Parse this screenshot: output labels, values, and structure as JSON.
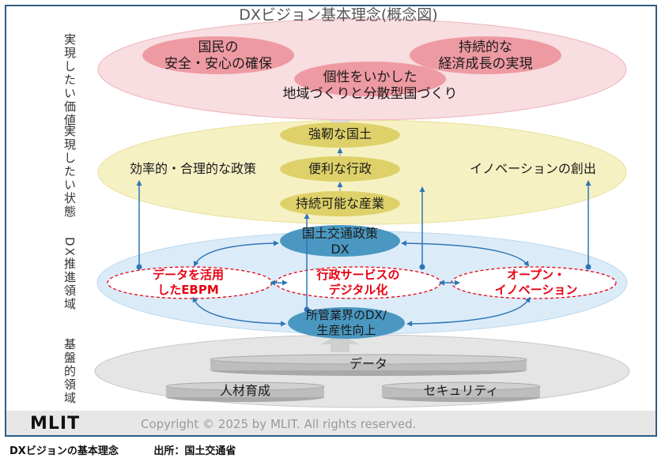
{
  "title": "DXビジョン基本理念(概念図)",
  "side_labels": {
    "values": "実現したい価値",
    "state": "実現したい状態",
    "dx_area": "DX推進領域",
    "base_area": "基盤的領域"
  },
  "values_layer": {
    "item1_l1": "国民の",
    "item1_l2": "安全・安心の確保",
    "item2_l1": "持続的な",
    "item2_l2": "経済成長の実現",
    "item3_l1": "個性をいかした",
    "item3_l2": "地域づくりと分散型国づくり"
  },
  "state_layer": {
    "resilient": "強靭な国土",
    "efficient": "効率的・合理的な政策",
    "convenient": "便利な行政",
    "innovation": "イノベーションの創出",
    "sustainable": "持続可能な産業"
  },
  "dx_layer": {
    "policy_l1": "国土交通政策",
    "policy_l2": "DX",
    "ebpm_l1": "データを活用",
    "ebpm_l2": "したEBPM",
    "admin_l1": "行政サービスの",
    "admin_l2": "デジタル化",
    "open_l1": "オープン・",
    "open_l2": "イノベーション",
    "industry_l1": "所管業界のDX/",
    "industry_l2": "生産性向上"
  },
  "base_layer": {
    "data": "データ",
    "hr": "人材育成",
    "security": "セキュリティ"
  },
  "footer": {
    "logo": "MLIT",
    "copyright": "Copyright © 2025 by MLIT. All rights reserved."
  },
  "caption": {
    "left": "DXビジョンの基本理念",
    "right": "出所：国土交通省"
  },
  "colors": {
    "frame": "#2e5d84",
    "values_fill": "#f8dde1",
    "values_pill": "#ee9aa2",
    "state_fill": "#f6f1c3",
    "state_pill": "#ded169",
    "dx_fill": "#dbecf8",
    "dx_pill": "#4a98c1",
    "arrow": "#2e75b6",
    "accent_red": "#e60012",
    "base_fill": "#dcdcdc"
  }
}
